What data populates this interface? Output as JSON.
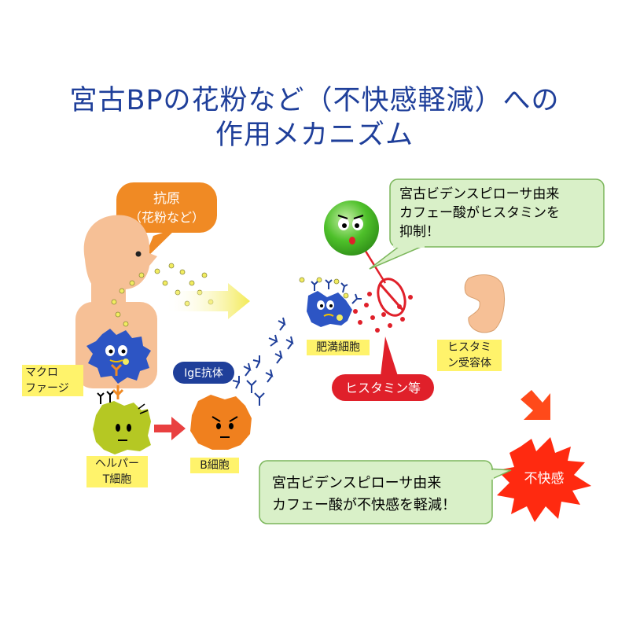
{
  "title": {
    "line1": "宮古BPの花粉など（不快感軽減）への",
    "line2": "作用メカニズム"
  },
  "bubbles": {
    "antigen_line1": "抗原",
    "antigen_line2": "（花粉など）",
    "effect_top_line1": "宮古ビデンスピローサ由来",
    "effect_top_line2": "カフェー酸がヒスタミンを",
    "effect_top_line3": "抑制！",
    "effect_bottom_line1": "宮古ビデンスピローサ由来",
    "effect_bottom_line2": "カフェー酸が不快感を軽減！",
    "ige_label": "IgE抗体",
    "histamine_label": "ヒスタミン等",
    "discomfort_label": "不快感"
  },
  "labels": {
    "macrophage_line1": "マクロ",
    "macrophage_line2": "ファージ",
    "helper_line1": "ヘルパー",
    "helper_line2": "T細胞",
    "b_cell": "B細胞",
    "mast_cell": "肥満細胞",
    "receptor_line1": "ヒスタミ",
    "receptor_line2": "ン受容体"
  },
  "colors": {
    "title": "#1f3f9a",
    "label_bg": "#fff36b",
    "antigen_bubble": "#f08a24",
    "effect_bubble": "#d9f0c8",
    "ige_badge": "#1f3f9a",
    "histamine_badge": "#e0202a",
    "burst": "#ff2a10",
    "skin": "#f6c096"
  }
}
